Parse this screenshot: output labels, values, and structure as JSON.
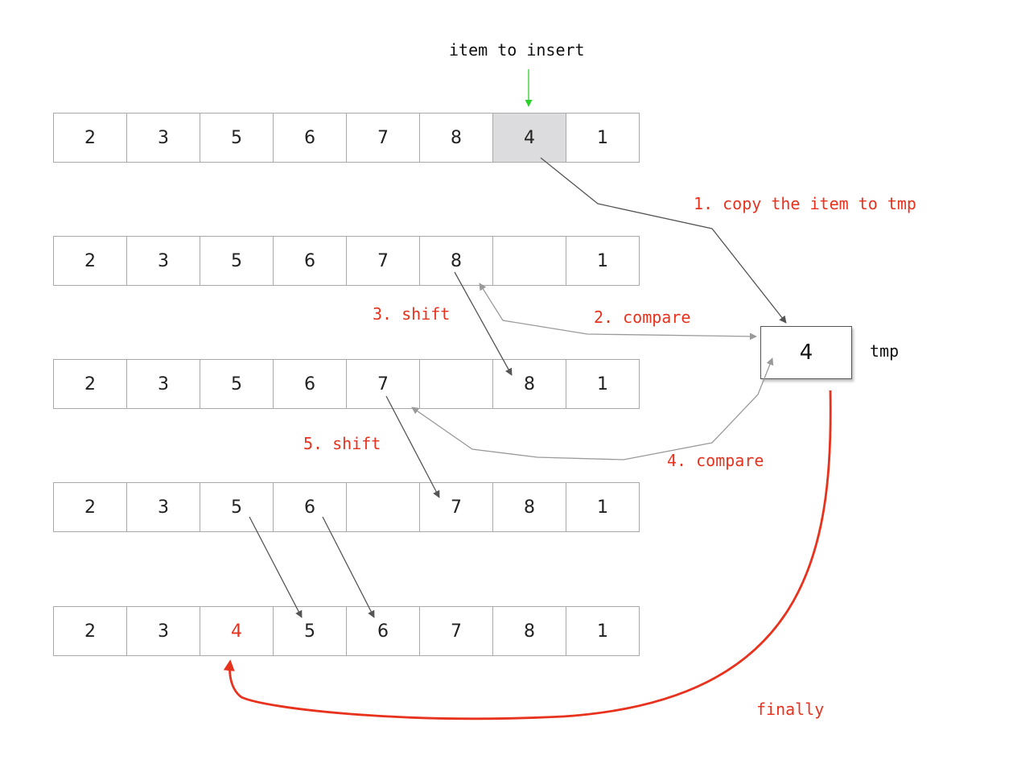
{
  "header_label": "item to insert",
  "rows": [
    [
      "2",
      "3",
      "5",
      "6",
      "7",
      "8",
      "4",
      "1"
    ],
    [
      "2",
      "3",
      "5",
      "6",
      "7",
      "8",
      "",
      "1"
    ],
    [
      "2",
      "3",
      "5",
      "6",
      "7",
      "",
      "8",
      "1"
    ],
    [
      "2",
      "3",
      "5",
      "6",
      "",
      "7",
      "8",
      "1"
    ],
    [
      "2",
      "3",
      "4",
      "5",
      "6",
      "7",
      "8",
      "1"
    ]
  ],
  "highlighted_cell": {
    "row": 0,
    "col": 6
  },
  "red_cell": {
    "row": 4,
    "col": 2
  },
  "tmp": {
    "value": "4",
    "label": "tmp"
  },
  "steps": {
    "copy": "1. copy the item to tmp",
    "compare1": "2. compare",
    "shift1": "3. shift",
    "compare2": "4. compare",
    "shift2": "5. shift",
    "finally": "finally"
  },
  "colors": {
    "accent_red": "#e8321e",
    "insert_arrow_green": "#2bd12b",
    "highlight_gray": "#dcdcde",
    "arrow_dark": "#555555",
    "arrow_light": "#9a9a9a"
  }
}
